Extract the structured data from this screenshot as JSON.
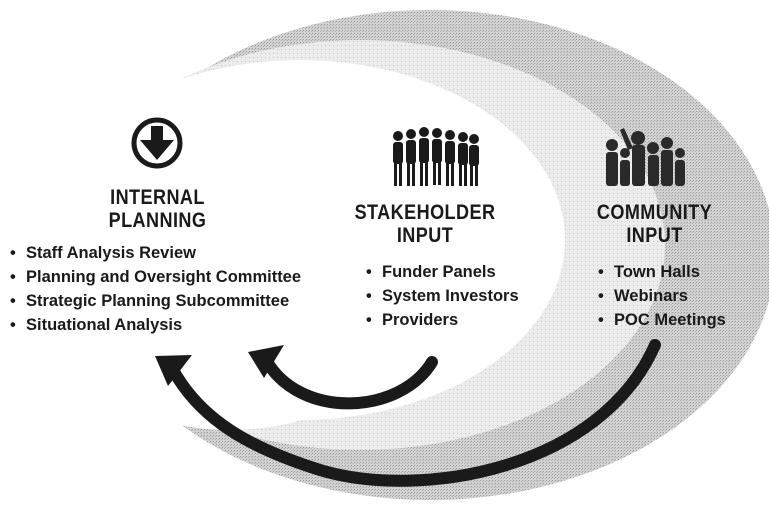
{
  "internal": {
    "heading_line1": "INTERNAL",
    "heading_line2": "PLANNING",
    "items": [
      "Staff Analysis Review",
      "Planning and Oversight Committee",
      "Strategic Planning Subcommittee",
      "Situational Analysis"
    ],
    "icon": "down-arrow-circle-icon"
  },
  "stakeholder": {
    "heading_line1": "STAKEHOLDER",
    "heading_line2": "INPUT",
    "items": [
      "Funder Panels",
      "System Investors",
      "Providers"
    ],
    "icon": "people-silhouettes-icon"
  },
  "community": {
    "heading_line1": "COMMUNITY",
    "heading_line2": "INPUT",
    "items": [
      "Town Halls",
      "Webinars",
      "POC Meetings"
    ],
    "icon": "crowd-silhouettes-icon"
  },
  "colors": {
    "outer_region": "#c8c8c8",
    "middle_region": "#e6e6e6",
    "inner_region": "#ffffff",
    "ink": "#1a1a1a"
  }
}
